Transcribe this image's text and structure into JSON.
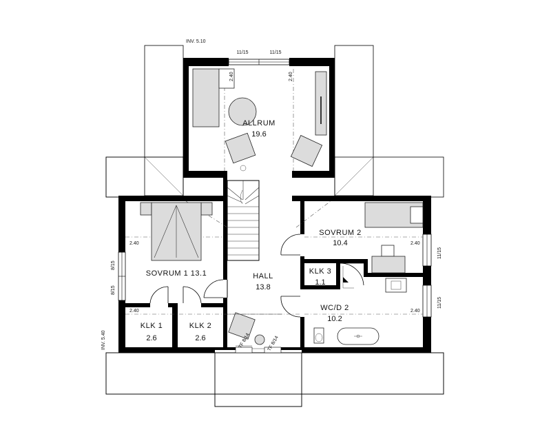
{
  "plan": {
    "rooms": {
      "allrum": {
        "name": "ALLRUM",
        "area": "19.6"
      },
      "sovrum1": {
        "name": "SOVRUM 1 13.1"
      },
      "sovrum2": {
        "name": "SOVRUM 2",
        "area": "10.4"
      },
      "hall": {
        "name": "HALL",
        "area": "13.8"
      },
      "klk1": {
        "name": "KLK 1",
        "area": "2.6"
      },
      "klk2": {
        "name": "KLK 2",
        "area": "2.6"
      },
      "klk3": {
        "name": "KLK 3",
        "area": "1.1"
      },
      "wcd2": {
        "name": "WC/D 2",
        "area": "10.2"
      }
    },
    "annotations": {
      "inv_top": "INV. 5.10",
      "inv_left": "INV. 5.40",
      "window_top_left": "11/15",
      "window_top_right": "11/15",
      "window_right_upper": "11/15",
      "window_right_lower": "11/15",
      "window_left_upper": "8/15",
      "window_left_lower": "8/15",
      "skylight_left": "TF 8/14",
      "skylight_right": "TF 8/14",
      "height_allrum_left": "2.40",
      "height_allrum_right": "2.40",
      "height_sovrum1": "2.40",
      "height_sovrum2": "2.40",
      "height_klk1": "2.40",
      "height_wc": "2.40"
    }
  }
}
